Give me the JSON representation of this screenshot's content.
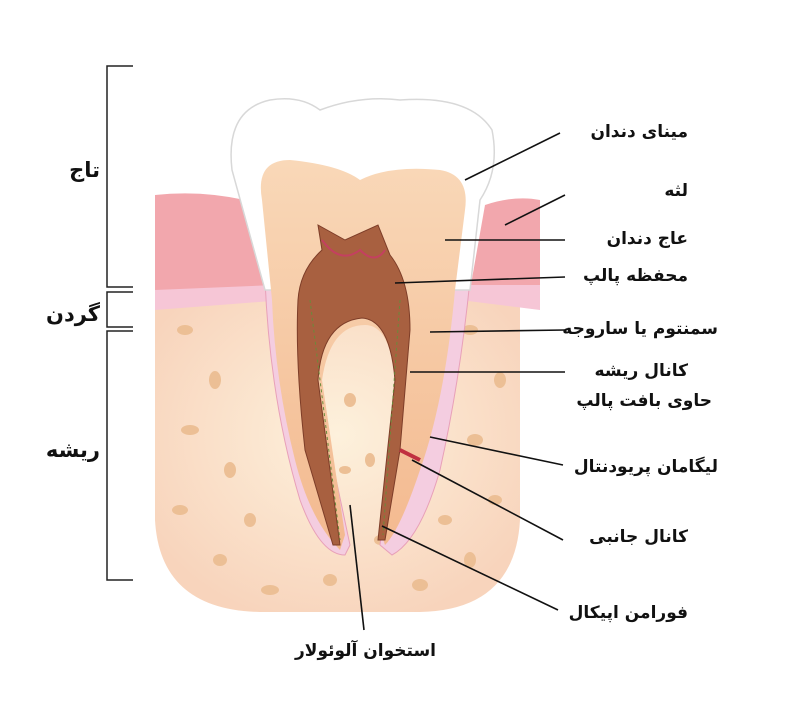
{
  "side_labels": {
    "crown": "تاج",
    "neck": "گردن",
    "root": "ریشه"
  },
  "labels": {
    "enamel": "مینای دندان",
    "gum": "لثه",
    "dentin": "عاج دندان",
    "pulp_chamber": "محفظه پالپ",
    "cementum": "سمنتوم یا ساروجه",
    "root_canal_1": "کانال ریشه",
    "root_canal_2": "حاوی بافت پالپ",
    "periodontal_ligament": "لیگامان پریودنتال",
    "lateral_canal": "کانال جانبی",
    "apical_foramen": "فورامن اپیکال",
    "alveolar_bone": "استخوان آلوئولار"
  },
  "colors": {
    "enamel": "#ffffff",
    "dentin": "#f6c9a3",
    "pulp": "#b5694a",
    "gum": "#f2a7ad",
    "bone": "#fbe3cc",
    "cementum": "#f4cde0",
    "bone_spots": "#e9b98f"
  }
}
